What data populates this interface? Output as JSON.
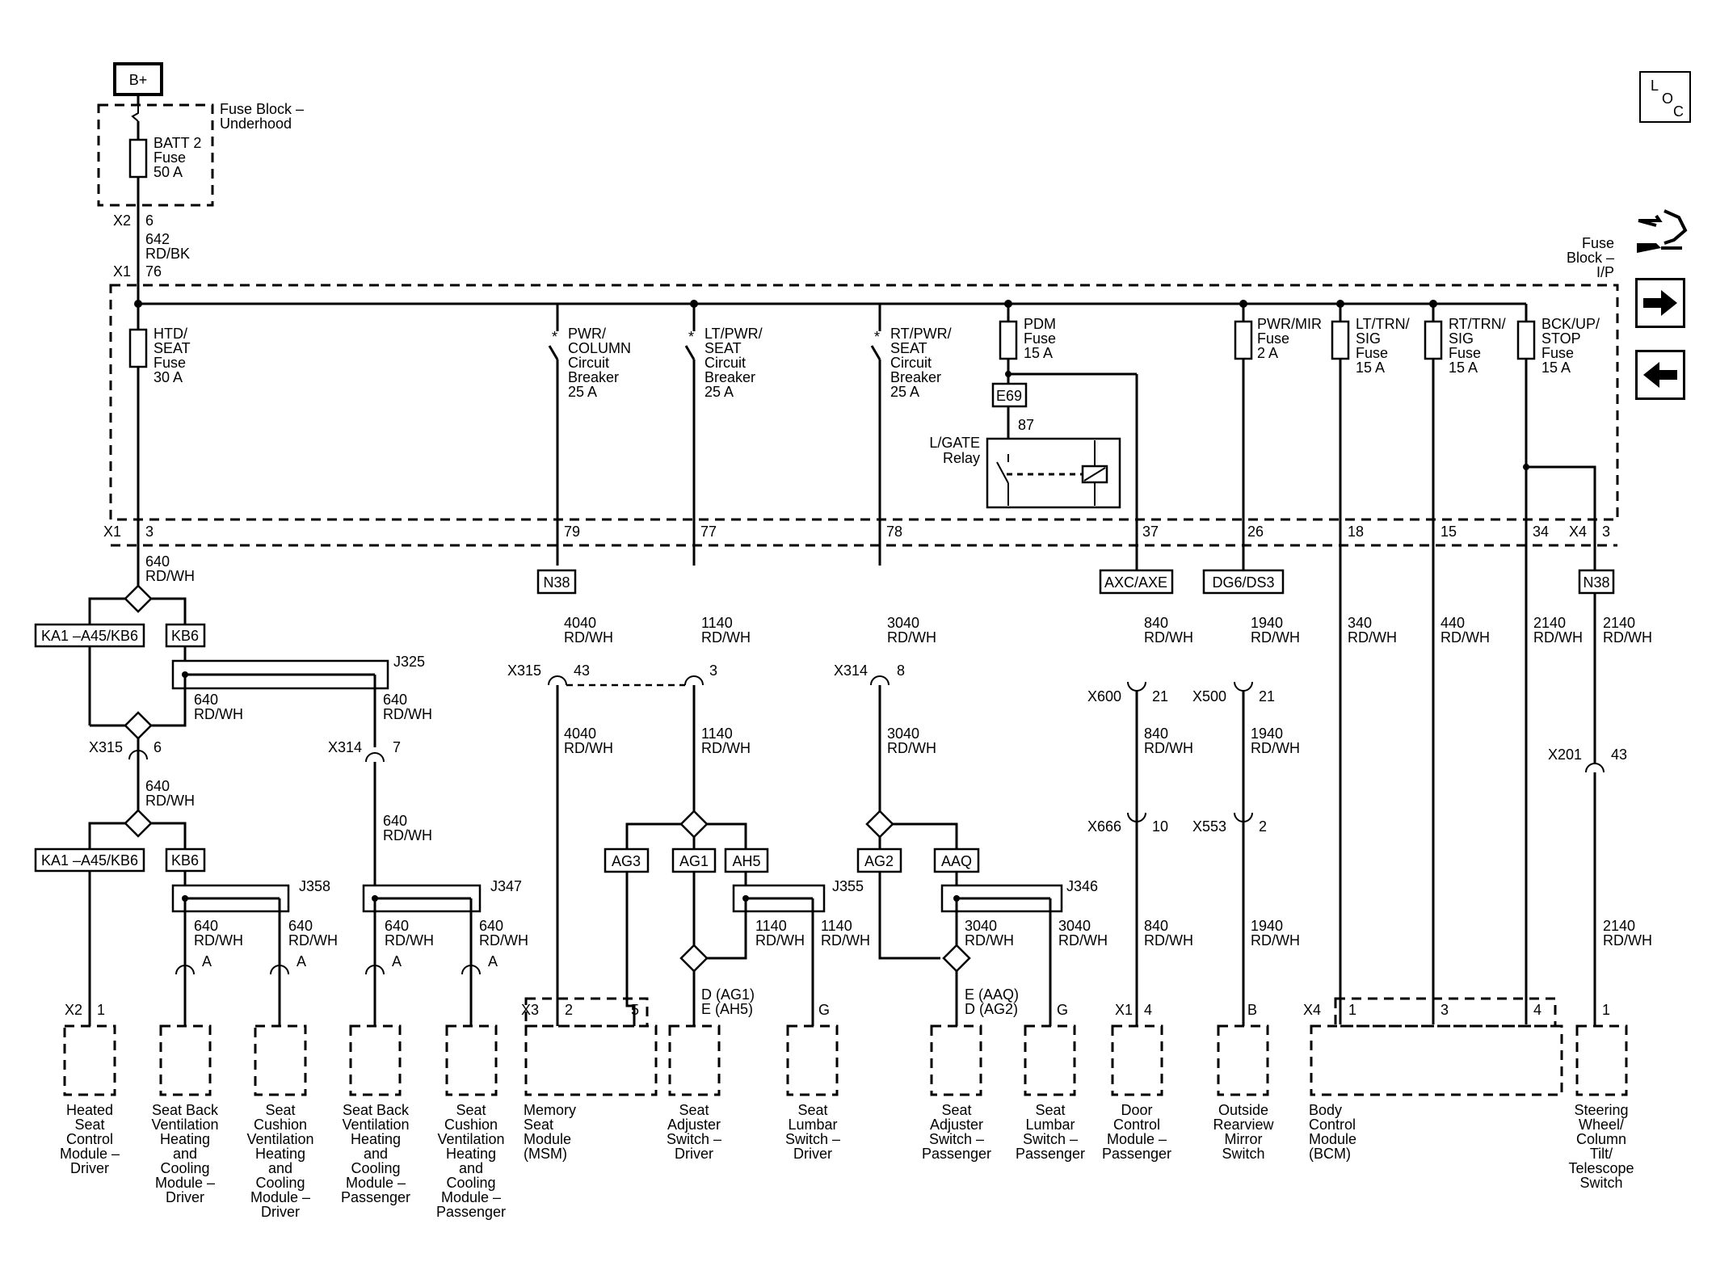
{
  "top": {
    "bplus": "B+",
    "underhood": {
      "l1": "Fuse Block –",
      "l2": "Underhood"
    },
    "batt2": {
      "l1": "BATT 2",
      "l2": "Fuse",
      "l3": "50 A"
    },
    "x2": "X2",
    "x2pin": "6",
    "w642": {
      "num": "642",
      "col": "RD/BK"
    },
    "x1": "X1",
    "x1pin": "76"
  },
  "ip": {
    "l1": "Fuse",
    "l2": "Block –",
    "l3": "I/P"
  },
  "nav": {
    "loc": [
      "L",
      "O",
      "C"
    ],
    "icons": [
      "fuse-block-icon",
      "next-arrow-icon",
      "previous-arrow-icon"
    ]
  },
  "devices": {
    "htd": {
      "l1": "HTD/",
      "l2": "SEAT",
      "l3": "Fuse",
      "l4": "30 A"
    },
    "pwrcol": {
      "l1": "PWR/",
      "l2": "COLUMN",
      "l3": "Circuit",
      "l4": "Breaker",
      "l5": "25 A"
    },
    "ltpwr": {
      "l1": "LT/PWR/",
      "l2": "SEAT",
      "l3": "Circuit",
      "l4": "Breaker",
      "l5": "25 A"
    },
    "rtpwr": {
      "l1": "RT/PWR/",
      "l2": "SEAT",
      "l3": "Circuit",
      "l4": "Breaker",
      "l5": "25 A"
    },
    "pdm": {
      "l1": "PDM",
      "l2": "Fuse",
      "l3": "15 A"
    },
    "pwrmir": {
      "l1": "PWR/MIR",
      "l2": "Fuse",
      "l3": "2 A"
    },
    "lttrn": {
      "l1": "LT/TRN/",
      "l2": "SIG",
      "l3": "Fuse",
      "l4": "15 A"
    },
    "rttrn": {
      "l1": "RT/TRN/",
      "l2": "SIG",
      "l3": "Fuse",
      "l4": "15 A"
    },
    "bckup": {
      "l1": "BCK/UP/",
      "l2": "STOP",
      "l3": "Fuse",
      "l4": "15 A"
    },
    "e69": "E69",
    "pin87": "87",
    "relay": {
      "l1": "L/GATE",
      "l2": "Relay"
    }
  },
  "x1row": {
    "x1": "X1",
    "p3": "3",
    "p79": "79",
    "p77": "77",
    "p78": "78",
    "p37": "37",
    "p26": "26",
    "p18": "18",
    "p15": "15",
    "p34": "34",
    "x4": "X4",
    "x4p3": "3"
  },
  "options": {
    "n38a": "N38",
    "n38b": "N38",
    "axc": "AXC/AXE",
    "dg6": "DG6/DS3",
    "ka1a": "KA1 –A45/KB6",
    "kb6a": "KB6",
    "ka1b": "KA1 –A45/KB6",
    "kb6b": "KB6",
    "ag3": "AG3",
    "ag1": "AG1",
    "ah5": "AH5",
    "ag2": "AG2",
    "aaq": "AAQ"
  },
  "splices": {
    "j325": "J325",
    "j358": "J358",
    "j347": "J347",
    "j355": "J355",
    "j346": "J346"
  },
  "wires": {
    "w640a": {
      "num": "640",
      "col": "RD/WH"
    },
    "w640b": {
      "num": "640",
      "col": "RD/WH"
    },
    "w640c": {
      "num": "640",
      "col": "RD/WH"
    },
    "w640d": {
      "num": "640",
      "col": "RD/WH"
    },
    "w640e": {
      "num": "640",
      "col": "RD/WH"
    },
    "w640f": {
      "num": "640",
      "col": "RD/WH"
    },
    "w640g": {
      "num": "640",
      "col": "RD/WH"
    },
    "w640h": {
      "num": "640",
      "col": "RD/WH"
    },
    "w640i": {
      "num": "640",
      "col": "RD/WH"
    },
    "w4040a": {
      "num": "4040",
      "col": "RD/WH"
    },
    "w4040b": {
      "num": "4040",
      "col": "RD/WH"
    },
    "w1140a": {
      "num": "1140",
      "col": "RD/WH"
    },
    "w1140b": {
      "num": "1140",
      "col": "RD/WH"
    },
    "w1140c": {
      "num": "1140",
      "col": "RD/WH"
    },
    "w1140d": {
      "num": "1140",
      "col": "RD/WH"
    },
    "w3040a": {
      "num": "3040",
      "col": "RD/WH"
    },
    "w3040b": {
      "num": "3040",
      "col": "RD/WH"
    },
    "w3040c": {
      "num": "3040",
      "col": "RD/WH"
    },
    "w3040d": {
      "num": "3040",
      "col": "RD/WH"
    },
    "w840a": {
      "num": "840",
      "col": "RD/WH"
    },
    "w840b": {
      "num": "840",
      "col": "RD/WH"
    },
    "w840c": {
      "num": "840",
      "col": "RD/WH"
    },
    "w1940a": {
      "num": "1940",
      "col": "RD/WH"
    },
    "w1940b": {
      "num": "1940",
      "col": "RD/WH"
    },
    "w1940c": {
      "num": "1940",
      "col": "RD/WH"
    },
    "w340": {
      "num": "340",
      "col": "RD/WH"
    },
    "w440": {
      "num": "440",
      "col": "RD/WH"
    },
    "w2140a": {
      "num": "2140",
      "col": "RD/WH"
    },
    "w2140b": {
      "num": "2140",
      "col": "RD/WH"
    },
    "w2140c": {
      "num": "2140",
      "col": "RD/WH"
    }
  },
  "connectors": {
    "x315a": {
      "name": "X315",
      "pin": "6"
    },
    "x314a": {
      "name": "X314",
      "pin": "7"
    },
    "x315b": {
      "name": "X315",
      "pin": "43"
    },
    "x315b2": "3",
    "x314b": {
      "name": "X314",
      "pin": "8"
    },
    "x600": {
      "name": "X600",
      "pin": "21"
    },
    "x500": {
      "name": "X500",
      "pin": "21"
    },
    "x666": {
      "name": "X666",
      "pin": "10"
    },
    "x553": {
      "name": "X553",
      "pin": "2"
    },
    "x201": {
      "name": "X201",
      "pin": "43"
    },
    "pinA1": "A",
    "pinA2": "A",
    "pinA3": "A",
    "pinA4": "A"
  },
  "pins": {
    "x2": "X2",
    "x2p1": "1",
    "x3": "X3",
    "x3p2": "2",
    "x3p5": "5",
    "sadp1": "D (AG1)",
    "sadp2": "E (AH5)",
    "sldp": "G",
    "sapp1": "E (AAQ)",
    "sapp2": "D (AG2)",
    "slpp": "G",
    "x1": "X1",
    "x1p4": "4",
    "ormb": "B",
    "x4": "X4",
    "x4p1": "1",
    "x4p3": "3",
    "x4p4": "4",
    "swp": "1"
  },
  "modules": {
    "hscm": [
      "Heated",
      "Seat",
      "Control",
      "Module –",
      "Driver"
    ],
    "sbvd": [
      "Seat Back",
      "Ventilation",
      "Heating",
      "and",
      "Cooling",
      "Module –",
      "Driver"
    ],
    "scvd": [
      "Seat",
      "Cushion",
      "Ventilation",
      "Heating",
      "and",
      "Cooling",
      "Module –",
      "Driver"
    ],
    "sbvp": [
      "Seat Back",
      "Ventilation",
      "Heating",
      "and",
      "Cooling",
      "Module –",
      "Passenger"
    ],
    "scvp": [
      "Seat",
      "Cushion",
      "Ventilation",
      "Heating",
      "and",
      "Cooling",
      "Module –",
      "Passenger"
    ],
    "msm": [
      "Memory",
      "Seat",
      "Module",
      "(MSM)"
    ],
    "sasd": [
      "Seat",
      "Adjuster",
      "Switch –",
      "Driver"
    ],
    "sld": [
      "Seat",
      "Lumbar",
      "Switch –",
      "Driver"
    ],
    "sasp": [
      "Seat",
      "Adjuster",
      "Switch –",
      "Passenger"
    ],
    "slp": [
      "Seat",
      "Lumbar",
      "Switch –",
      "Passenger"
    ],
    "dcm": [
      "Door",
      "Control",
      "Module –",
      "Passenger"
    ],
    "orm": [
      "Outside",
      "Rearview",
      "Mirror",
      "Switch"
    ],
    "bcm": [
      "Body",
      "Control",
      "Module",
      "(BCM)"
    ],
    "swc": [
      "Steering",
      "Wheel/",
      "Column",
      "Tilt/",
      "Telescope",
      "Switch"
    ]
  }
}
